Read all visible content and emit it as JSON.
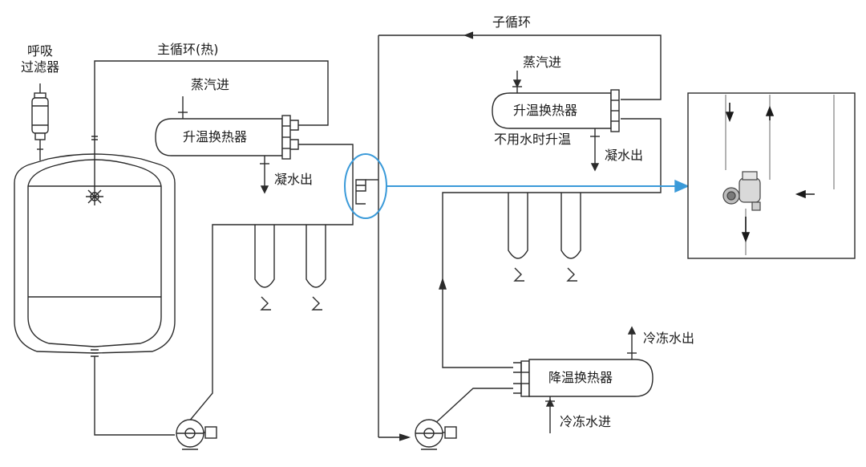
{
  "labels": {
    "breather_filter_line1": "呼吸",
    "breather_filter_line2": "过滤器",
    "main_loop": "主循环(热)",
    "sub_loop": "子循环",
    "steam_in_left": "蒸汽进",
    "steam_in_right": "蒸汽进",
    "heat_exchanger_left": "升温换热器",
    "heat_exchanger_right": "升温换热器",
    "condensate_out_left": "凝水出",
    "condensate_out_right": "凝水出",
    "heat_when_no_water": "不用水时升温",
    "cooling_exchanger": "降温换热器",
    "chilled_water_out": "冷冻水出",
    "chilled_water_in": "冷冻水进"
  },
  "colors": {
    "line": "#2b2b2b",
    "highlight": "#3a9ad9",
    "inset_line": "#9a9a9a"
  }
}
